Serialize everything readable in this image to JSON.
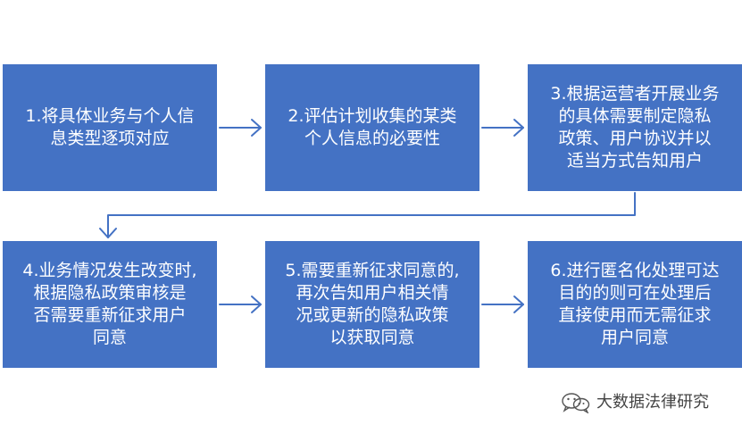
{
  "steps": [
    {
      "label": "1.将具体业务与个人信\n息类型逐项对应"
    },
    {
      "label": "2.评估计划收集的某类\n个人信息的必要性"
    },
    {
      "label": "3.根据运营者开展业务\n的具体需要制定隐私\n政策、用户协议并以\n适当方式告知用户"
    },
    {
      "label": "4.业务情况发生改变时,\n根据隐私政策审核是\n否需要重新征求用户\n同意"
    },
    {
      "label": "5.需要重新征求同意的,\n再次告知用户相关情\n况或更新的隐私政策\n以获取同意"
    },
    {
      "label": "6.进行匿名化处理可达\n目的的则可在处理后\n直接使用而无需征求\n用户同意"
    }
  ],
  "colors": {
    "box_fill": "#4472c4",
    "box_text": "#ffffff",
    "arrow": "#4472c4"
  },
  "watermark": {
    "icon": "wechat-icon",
    "text": "大数据法律研究"
  }
}
